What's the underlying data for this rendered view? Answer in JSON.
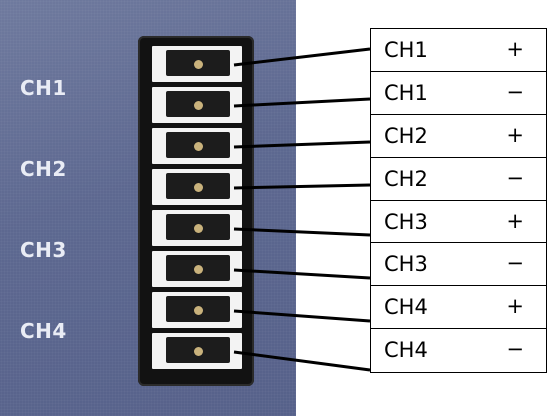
{
  "left_labels": [
    "CH1",
    "CH2",
    "CH3",
    "CH4"
  ],
  "table_rows": [
    {
      "channel": "CH1",
      "polarity": "+"
    },
    {
      "channel": "CH1",
      "polarity": "−"
    },
    {
      "channel": "CH2",
      "polarity": "+"
    },
    {
      "channel": "CH2",
      "polarity": "−"
    },
    {
      "channel": "CH3",
      "polarity": "+"
    },
    {
      "channel": "CH3",
      "polarity": "−"
    },
    {
      "channel": "CH4",
      "polarity": "+"
    },
    {
      "channel": "CH4",
      "polarity": "−"
    }
  ],
  "colors": {
    "panel": "#5d6890",
    "label_text": "#e9ecf5",
    "terminal": "#f3f3f3",
    "line": "#000000"
  }
}
